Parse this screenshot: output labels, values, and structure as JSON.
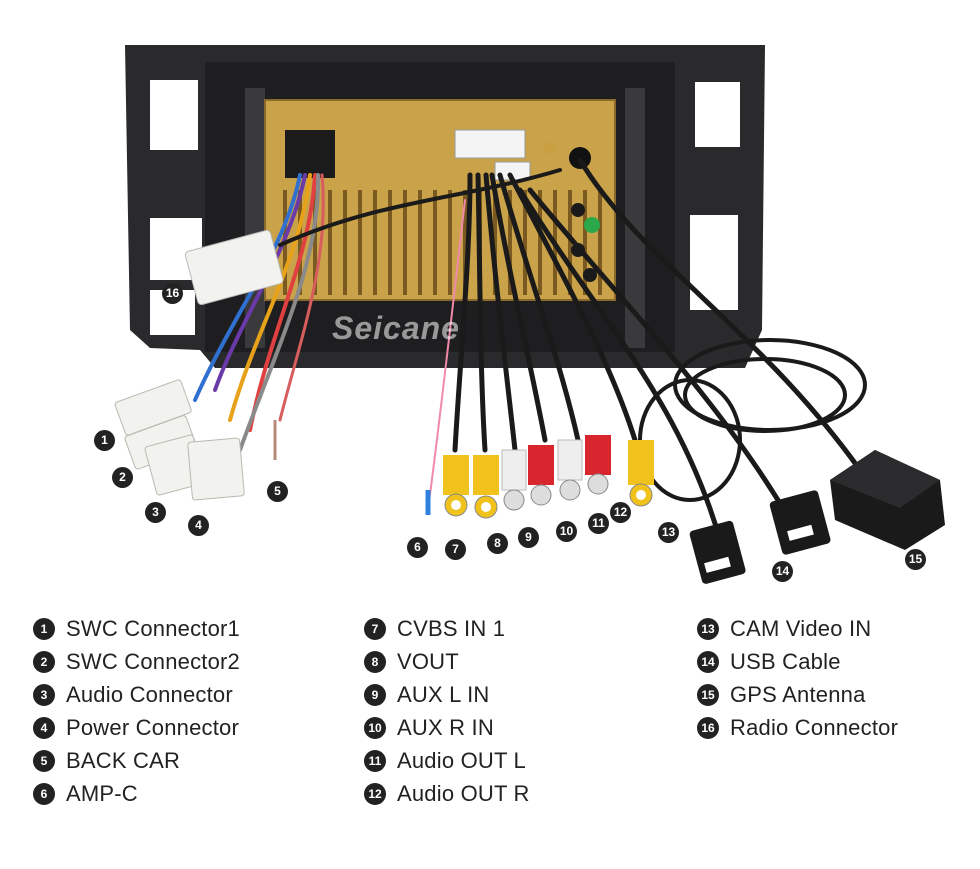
{
  "watermark": "Seicane",
  "callouts": [
    "1",
    "2",
    "3",
    "4",
    "5",
    "6",
    "7",
    "8",
    "9",
    "10",
    "11",
    "12",
    "13",
    "14",
    "15",
    "16"
  ],
  "legend": {
    "col1": [
      {
        "num": "1",
        "label": "SWC Connector1"
      },
      {
        "num": "2",
        "label": "SWC Connector2"
      },
      {
        "num": "3",
        "label": "Audio Connector"
      },
      {
        "num": "4",
        "label": "Power Connector"
      },
      {
        "num": "5",
        "label": "BACK CAR"
      },
      {
        "num": "6",
        "label": "AMP-C"
      }
    ],
    "col2": [
      {
        "num": "7",
        "label": "CVBS IN 1"
      },
      {
        "num": "8",
        "label": "VOUT"
      },
      {
        "num": "9",
        "label": "AUX L IN"
      },
      {
        "num": "10",
        "label": "AUX R IN"
      },
      {
        "num": "11",
        "label": "Audio OUT L"
      },
      {
        "num": "12",
        "label": "Audio OUT R"
      }
    ],
    "col3": [
      {
        "num": "13",
        "label": "CAM Video IN"
      },
      {
        "num": "14",
        "label": "USB Cable"
      },
      {
        "num": "15",
        "label": "GPS Antenna"
      },
      {
        "num": "16",
        "label": "Radio Connector"
      }
    ]
  },
  "colors": {
    "frame": "#2a2a2c",
    "chassis": "#c9a24a",
    "rca_yellow": "#f1c21b",
    "rca_red": "#d8262e",
    "rca_white": "#eeeeee",
    "connector": "#f2f2ee"
  }
}
